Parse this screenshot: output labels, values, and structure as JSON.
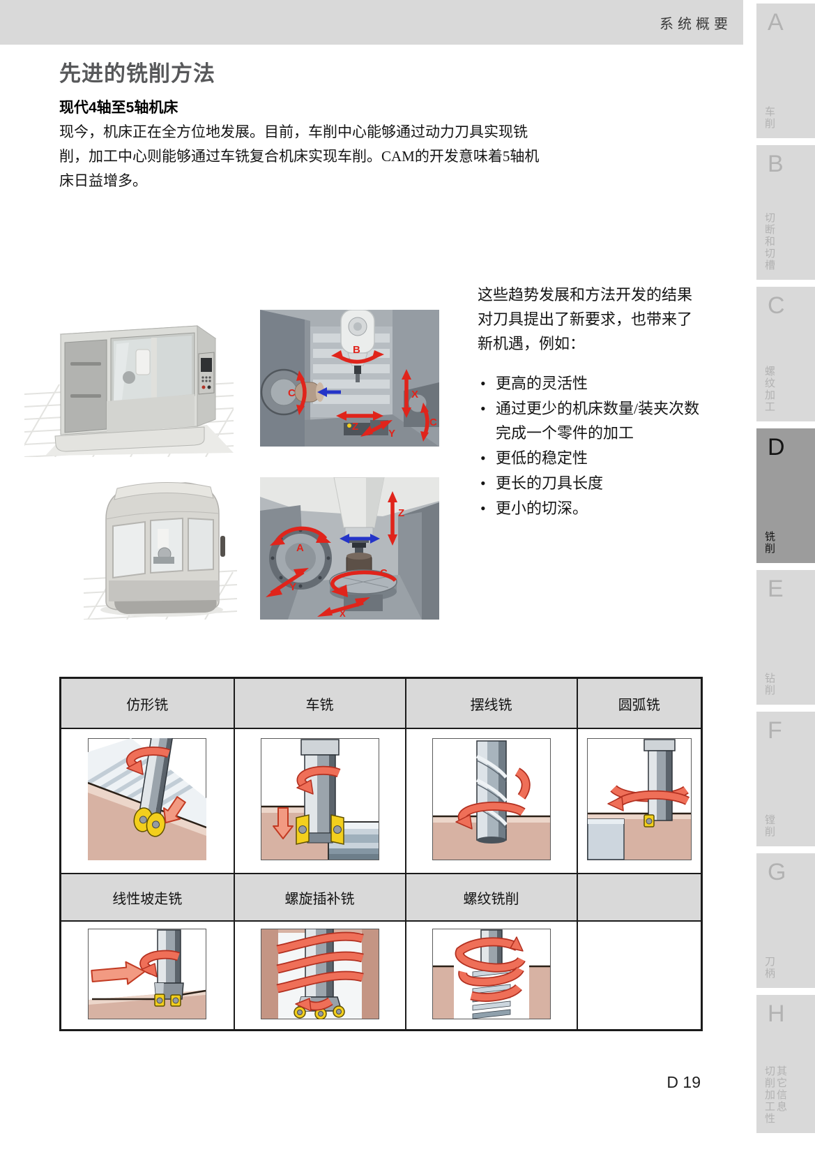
{
  "header": {
    "section_title": "系统概要"
  },
  "title": "先进的铣削方法",
  "subtitle": "现代4轴至5轴机床",
  "intro": "现今，机床正在全方位地发展。目前，车削中心能够通过动力刀具实现铣削，加工中心则能够通过车铣复合机床实现车削。CAM的开发意味着5轴机床日益增多。",
  "trends": {
    "lead": "这些趋势发展和方法开发的结果对刀具提出了新要求，也带来了新机遇，例如：",
    "bullets": [
      "更高的灵活性",
      "通过更少的机床数量/装夹次数完成一个零件的加工",
      "更低的稳定性",
      "更长的刀具长度",
      "更小的切深。"
    ]
  },
  "sidebar": {
    "tabs": [
      {
        "letter": "A",
        "label": "车削"
      },
      {
        "letter": "B",
        "label": "切断和切槽"
      },
      {
        "letter": "C",
        "label": "螺纹加工"
      },
      {
        "letter": "D",
        "label": "铣削",
        "active": true
      },
      {
        "letter": "E",
        "label": "钻削"
      },
      {
        "letter": "F",
        "label": "镗削"
      },
      {
        "letter": "G",
        "label": "刀柄"
      },
      {
        "letter": "H",
        "label": "切削加工性\n其它信息"
      }
    ]
  },
  "figure_axes": {
    "turn_mill_interior": [
      "B",
      "X",
      "Z",
      "Y",
      "C",
      "C"
    ],
    "five_axis_interior": [
      "Z",
      "A",
      "Y",
      "C",
      "X"
    ]
  },
  "milling_methods": {
    "row1": [
      "仿形铣",
      "车铣",
      "摆线铣",
      "圆弧铣"
    ],
    "row2": [
      "线性坡走铣",
      "螺旋插补铣",
      "螺纹铣削",
      ""
    ]
  },
  "page_number": "D 19",
  "colors": {
    "band_gray": "#d9d9d9",
    "active_tab_gray": "#9c9c9c",
    "arrow_red": "#e0241b",
    "ribbon_red": "#ef6f58",
    "insert_yellow": "#f3cf1d",
    "workpiece_tan": "#d7b2a3"
  }
}
